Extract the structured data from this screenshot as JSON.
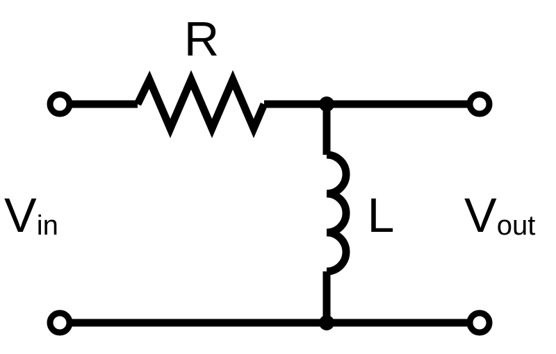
{
  "diagram": {
    "type": "RL high-pass filter schematic",
    "components": {
      "resistor": {
        "label": "R"
      },
      "inductor": {
        "label": "L"
      }
    },
    "ports": {
      "input": {
        "main": "V",
        "sub": "in"
      },
      "output": {
        "main": "V",
        "sub": "out"
      }
    },
    "colors": {
      "stroke": "#000000",
      "background": "#ffffff"
    }
  }
}
